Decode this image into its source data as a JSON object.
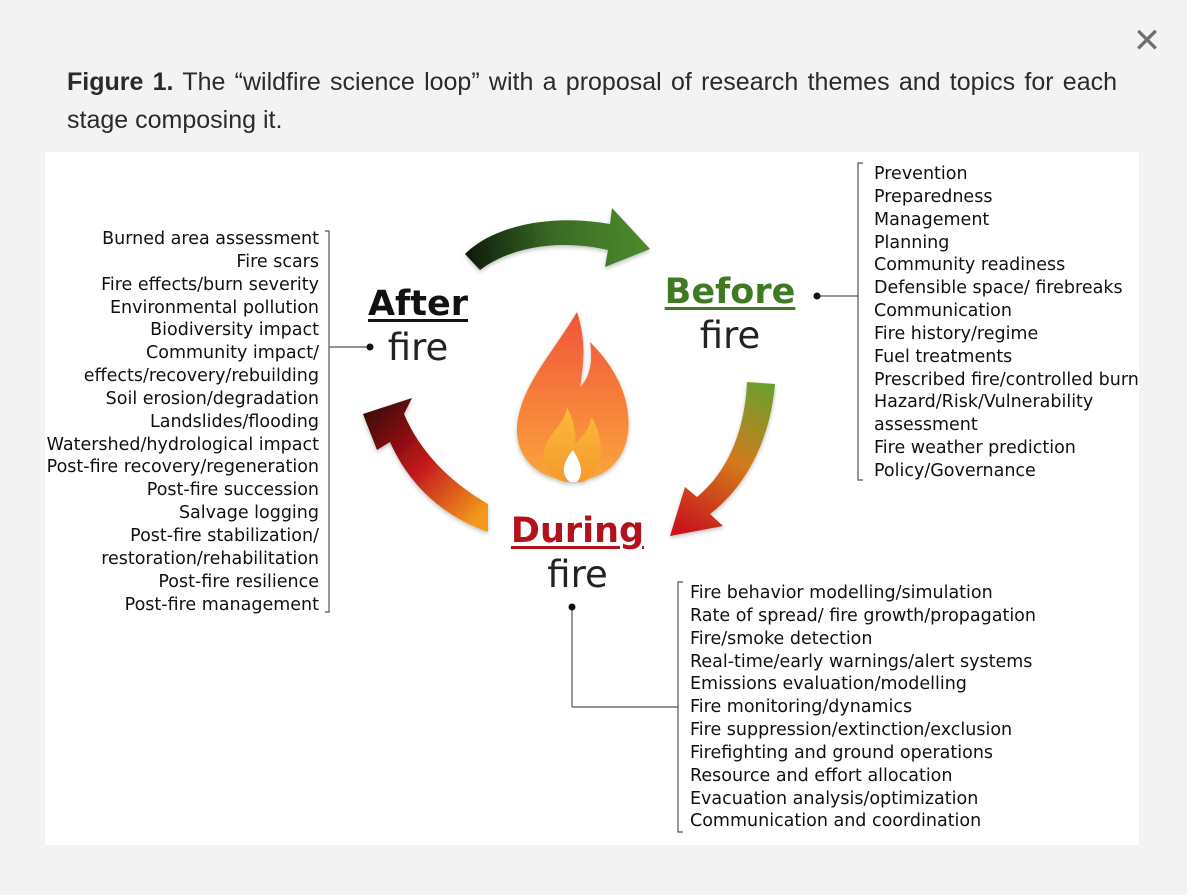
{
  "window": {
    "close_label": "✕",
    "close_icon": "close-icon"
  },
  "caption": {
    "label": "Figure 1.",
    "text": " The “wildfire science loop” with a proposal of research themes and topics for each stage composing it."
  },
  "diagram": {
    "colors": {
      "after": "#111111",
      "before": "#3f7a22",
      "during": "#b3121a",
      "flame_outer": "#f26b3a",
      "flame_inner": "#fbb03b"
    },
    "stages": {
      "after": {
        "name": "After",
        "word": "fire"
      },
      "before": {
        "name": "Before",
        "word": "fire"
      },
      "during": {
        "name": "During",
        "word": "fire"
      }
    },
    "after_topics": [
      "Burned area assessment",
      "Fire scars",
      "Fire effects/burn severity",
      "Environmental pollution",
      "Biodiversity impact",
      "Community impact/",
      "effects/recovery/rebuilding",
      "Soil erosion/degradation",
      "Landslides/flooding",
      "Watershed/hydrological impact",
      "Post-fire recovery/regeneration",
      "Post-fire succession",
      "Salvage logging",
      "Post-fire stabilization/",
      "restoration/rehabilitation",
      "Post-fire resilience",
      "Post-fire management"
    ],
    "before_topics": [
      "Prevention",
      "Preparedness",
      "Management",
      "Planning",
      "Community readiness",
      "Defensible space/ firebreaks",
      "Communication",
      "Fire history/regime",
      "Fuel treatments",
      "Prescribed fire/controlled burn",
      "Hazard/Risk/Vulnerability",
      "assessment",
      "Fire weather prediction",
      "Policy/Governance"
    ],
    "during_topics": [
      "Fire behavior modelling/simulation",
      "Rate of spread/ fire growth/propagation",
      "Fire/smoke detection",
      "Real-time/early warnings/alert systems",
      "Emissions evaluation/modelling",
      "Fire monitoring/dynamics",
      "Fire suppression/extinction/exclusion",
      "Firefighting and ground operations",
      "Resource and effort allocation",
      "Evacuation analysis/optimization",
      "Communication and coordination"
    ]
  }
}
